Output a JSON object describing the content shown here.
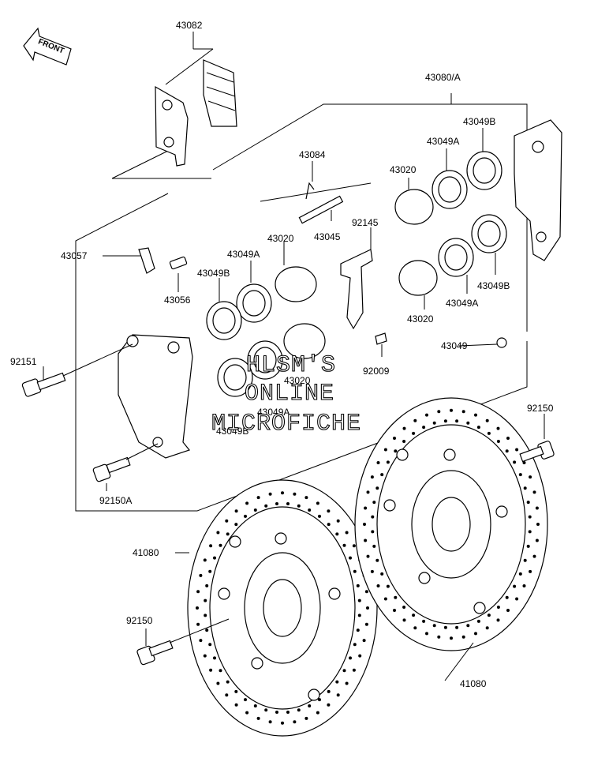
{
  "direction_indicator": {
    "text": "FRONT"
  },
  "part_labels": {
    "pad_set": "43082",
    "caliper_assy": "43080/A",
    "pad_spring": "43084",
    "pad_pin": "43045",
    "piston_upper_left": "43020",
    "piston_upper_right": "43020",
    "piston_lower_right": "43020",
    "piston_lower_left": "43020",
    "seal_a_upper_left": "43049A",
    "seal_b_upper_left": "43049B",
    "seal_a_upper_right": "43049A",
    "seal_b_upper_right": "43049B",
    "seal_a_lower_right": "43049A",
    "seal_b_lower_right": "43049B",
    "seal_a_lower_left": "43049A",
    "seal_b_lower_left": "43049B",
    "seal_ring": "43049",
    "pad_clip": "92145",
    "clip_screw": "92009",
    "bleed_cap": "43057",
    "bleed_valve": "43056",
    "caliper_bolt": "92151",
    "mount_bolt": "92150A",
    "disc_left": "41080",
    "disc_right": "41080",
    "disc_bolt_left": "92150",
    "disc_bolt_right": "92150"
  },
  "watermark": {
    "line1": "HLSM'S",
    "line2": "ONLINE",
    "line3": "MICROFICHE"
  }
}
